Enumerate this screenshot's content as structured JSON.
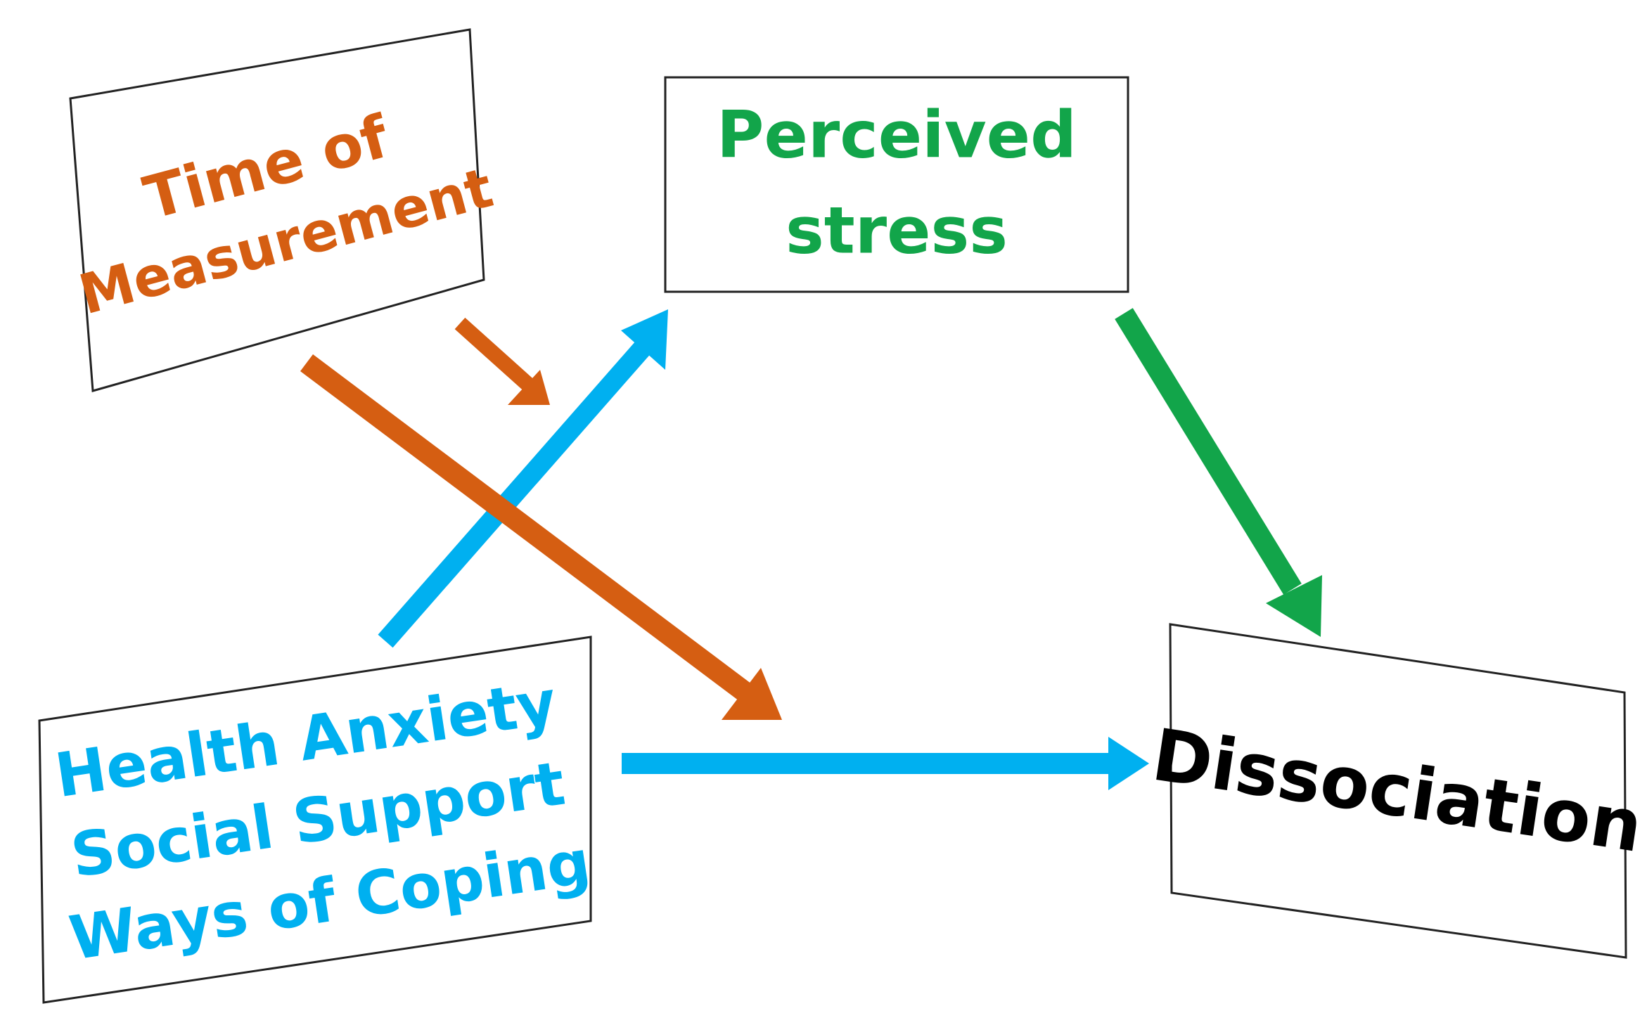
{
  "colors": {
    "time_orange": "#D55E12",
    "stress_green": "#12A54A",
    "predictor_blue": "#00B0F0",
    "outcome_black": "#000000",
    "box_border": "#222222",
    "background": "#FFFFFF"
  },
  "nodes": {
    "time_of_measurement": {
      "line1": "Time of",
      "line2": "Measurement"
    },
    "perceived_stress": {
      "line1": "Perceived",
      "line2": "stress"
    },
    "predictors": {
      "line1": "Health Anxiety",
      "line2": "Social Support",
      "line3": "Ways of Coping"
    },
    "dissociation": {
      "label": "Dissociation"
    }
  },
  "edges": [
    {
      "from": "predictors",
      "to": "perceived_stress",
      "color": "predictor_blue"
    },
    {
      "from": "perceived_stress",
      "to": "dissociation",
      "color": "stress_green"
    },
    {
      "from": "predictors",
      "to": "dissociation",
      "color": "predictor_blue"
    },
    {
      "from": "time_of_measurement",
      "to": "predictors-to-dissociation path",
      "color": "time_orange"
    },
    {
      "from": "time_of_measurement",
      "to": "predictors-to-stress path",
      "color": "time_orange"
    }
  ]
}
